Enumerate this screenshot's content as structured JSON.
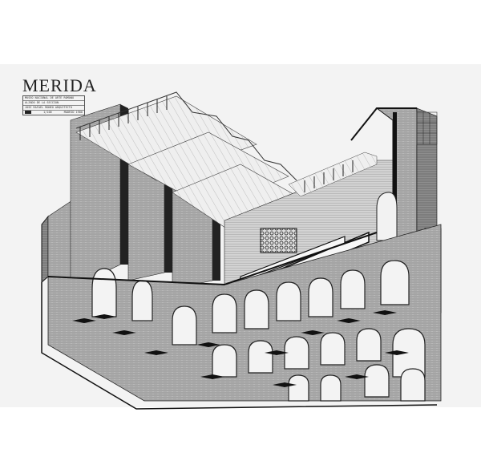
{
  "image": {
    "subject": "Axonometric architectural drawing print",
    "background_color": "#ffffff",
    "sheet_color": "#f3f3f3",
    "ink_color": "#1a1a1a"
  },
  "title_block": {
    "title": "MERIDA",
    "lines": [
      "MUSEO NACIONAL DE ARTE ROMANO",
      "ALZADO DE LA SECCION",
      "JOSE RAFAEL MONEO ARQUITECTO"
    ],
    "footer_left": "1/100",
    "footer_right": "MADRID 1980"
  }
}
